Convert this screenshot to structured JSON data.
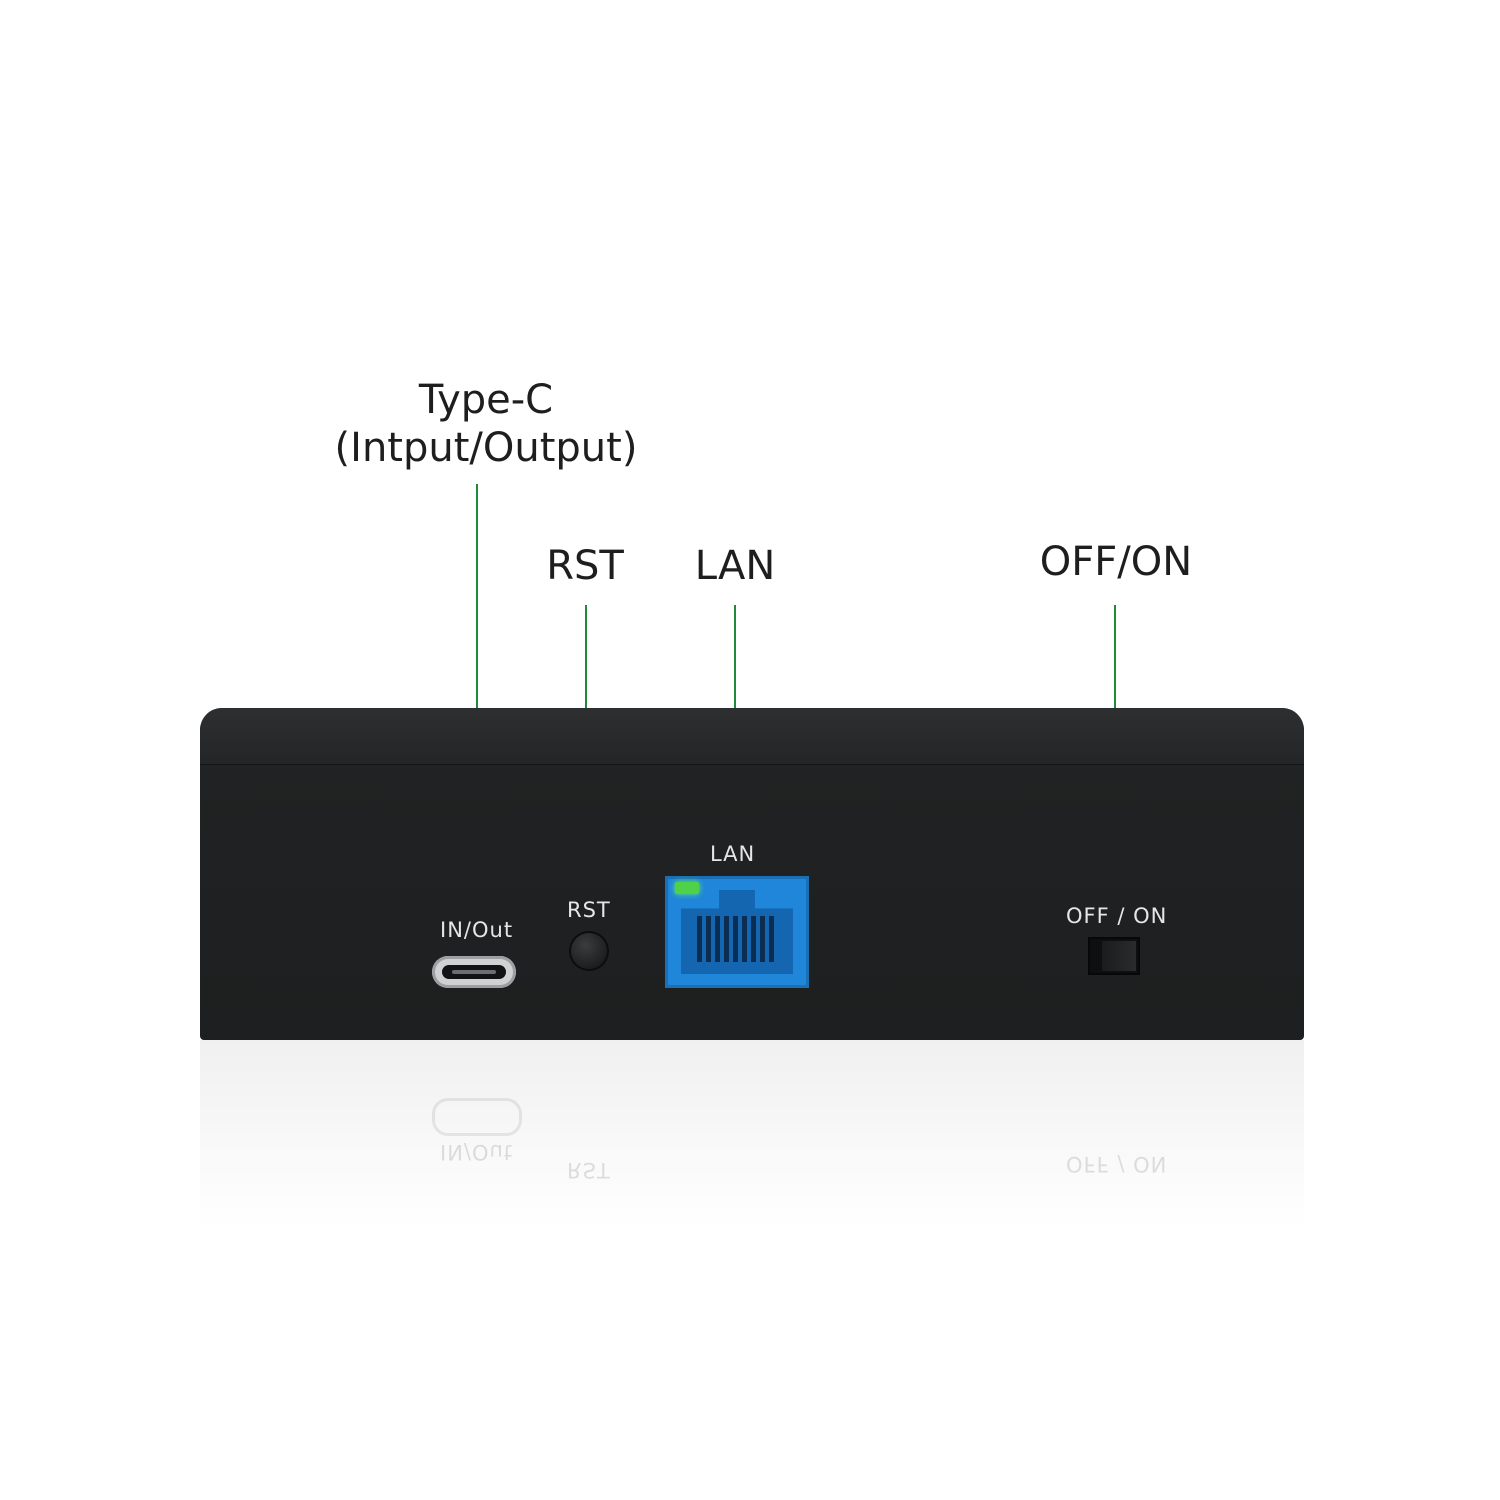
{
  "callouts": {
    "typec_line1": "Type-C",
    "typec_line2": "(Intput/Output)",
    "rst": "RST",
    "lan": "LAN",
    "power": "OFF/ON"
  },
  "device": {
    "usbc_label": "IN/Out",
    "rst_label": "RST",
    "lan_label": "LAN",
    "power_label": "OFF / ON"
  },
  "reflection": {
    "usbc_label": "IN/Out",
    "rst_label": "RST",
    "power_label": "OFF / ON"
  },
  "colors": {
    "leader_line": "#1f8a3a",
    "device_body": "#1d1f20",
    "lan_port": "#1f86d9",
    "lan_led": "#4fd14a"
  }
}
